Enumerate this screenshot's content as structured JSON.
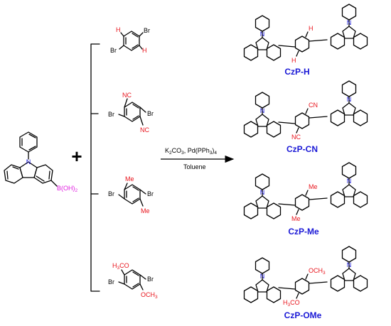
{
  "colors": {
    "red": "#e8141c",
    "blue": "#1a18d6",
    "magenta": "#e020e0",
    "black": "#000000"
  },
  "reactant": {
    "n_label": "N",
    "boronic_label": "B(OH)",
    "boronic_sub": "2"
  },
  "plus_sign": "+",
  "dibromides": [
    {
      "br1": "Br",
      "br2": "Br",
      "sub1": "H",
      "sub2": "H"
    },
    {
      "br1": "Br",
      "br2": "Br",
      "sub1": "NC",
      "sub2": "NC"
    },
    {
      "br1": "Br",
      "br2": "Br",
      "sub1": "Me",
      "sub2": "Me"
    },
    {
      "br1": "Br",
      "br2": "Br",
      "sub1_main": "H",
      "sub1_sub": "3",
      "sub1_tail": "CO",
      "sub2_main": "OCH",
      "sub2_sub": "3"
    }
  ],
  "conditions": {
    "line1_a": "K",
    "line1_b": "2",
    "line1_c": "CO",
    "line1_d": "3",
    "line1_e": ", Pd(PPh",
    "line1_f": "3",
    "line1_g": ")",
    "line1_h": "4",
    "line2": "Toluene"
  },
  "products": [
    {
      "name": "CzP-H",
      "sub_top": "H",
      "sub_bottom": "H",
      "n_left": "N",
      "n_right": "N"
    },
    {
      "name": "CzP-CN",
      "sub_top": "CN",
      "sub_bottom": "NC",
      "n_left": "N",
      "n_right": "N"
    },
    {
      "name": "CzP-Me",
      "sub_top": "Me",
      "sub_bottom": "Me",
      "n_left": "N",
      "n_right": "N"
    },
    {
      "name": "CzP-OMe",
      "sub_top": "OCH",
      "sub_top_sub": "3",
      "sub_bottom_main": "H",
      "sub_bottom_sub": "3",
      "sub_bottom_tail": "CO",
      "n_left": "N",
      "n_right": "N"
    }
  ]
}
